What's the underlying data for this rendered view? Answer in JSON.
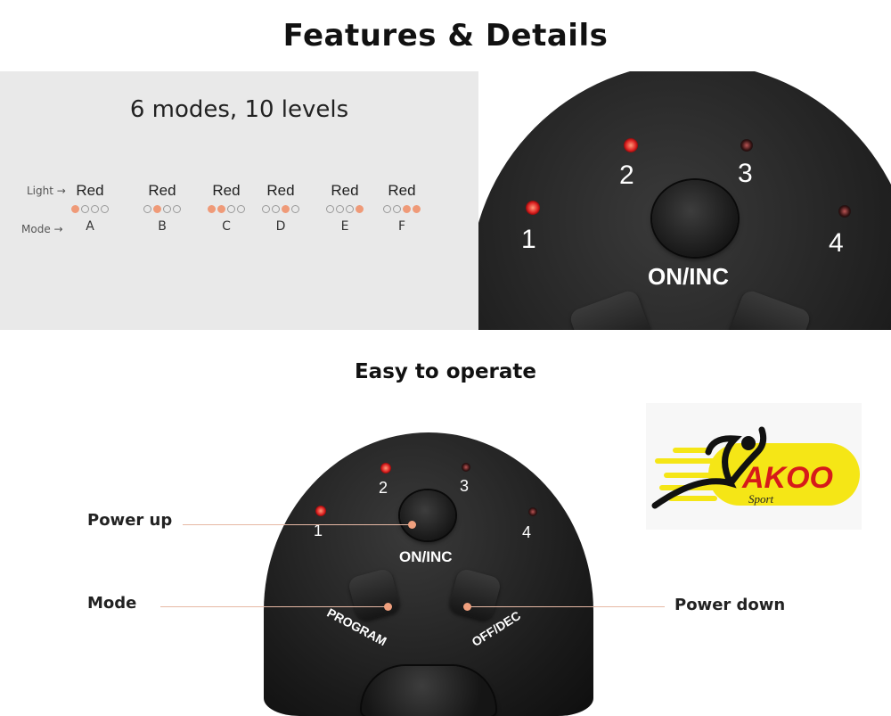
{
  "title": "Features & Details",
  "modes_panel": {
    "heading": "6 modes, 10 levels",
    "light_label": "Light",
    "mode_label": "Mode",
    "modes": [
      {
        "light": "Red",
        "mode": "A",
        "dots": [
          1,
          0,
          0,
          0
        ]
      },
      {
        "light": "Red",
        "mode": "B",
        "dots": [
          0,
          1,
          0,
          0
        ]
      },
      {
        "light": "Red",
        "mode": "C",
        "dots": [
          1,
          1,
          0,
          0
        ]
      },
      {
        "light": "Red",
        "mode": "D",
        "dots": [
          0,
          0,
          1,
          0
        ]
      },
      {
        "light": "Red",
        "mode": "E",
        "dots": [
          0,
          0,
          0,
          1
        ]
      },
      {
        "light": "Red",
        "mode": "F",
        "dots": [
          0,
          0,
          1,
          1
        ]
      }
    ]
  },
  "device": {
    "leds": [
      "1",
      "2",
      "3",
      "4"
    ],
    "on_inc": "ON/INC",
    "program": "PROGRAM",
    "off_dec": "OFF/DEC"
  },
  "section2_title": "Easy to operate",
  "callouts": {
    "power_up": "Power up",
    "mode": "Mode",
    "power_down": "Power down"
  },
  "logo": {
    "brand": "AKOO",
    "sub": "Sport"
  },
  "colors": {
    "dot_on": "#ef9a78",
    "led_red": "#d22222",
    "logo_yellow": "#f5e616",
    "logo_red": "#d61a1a"
  }
}
